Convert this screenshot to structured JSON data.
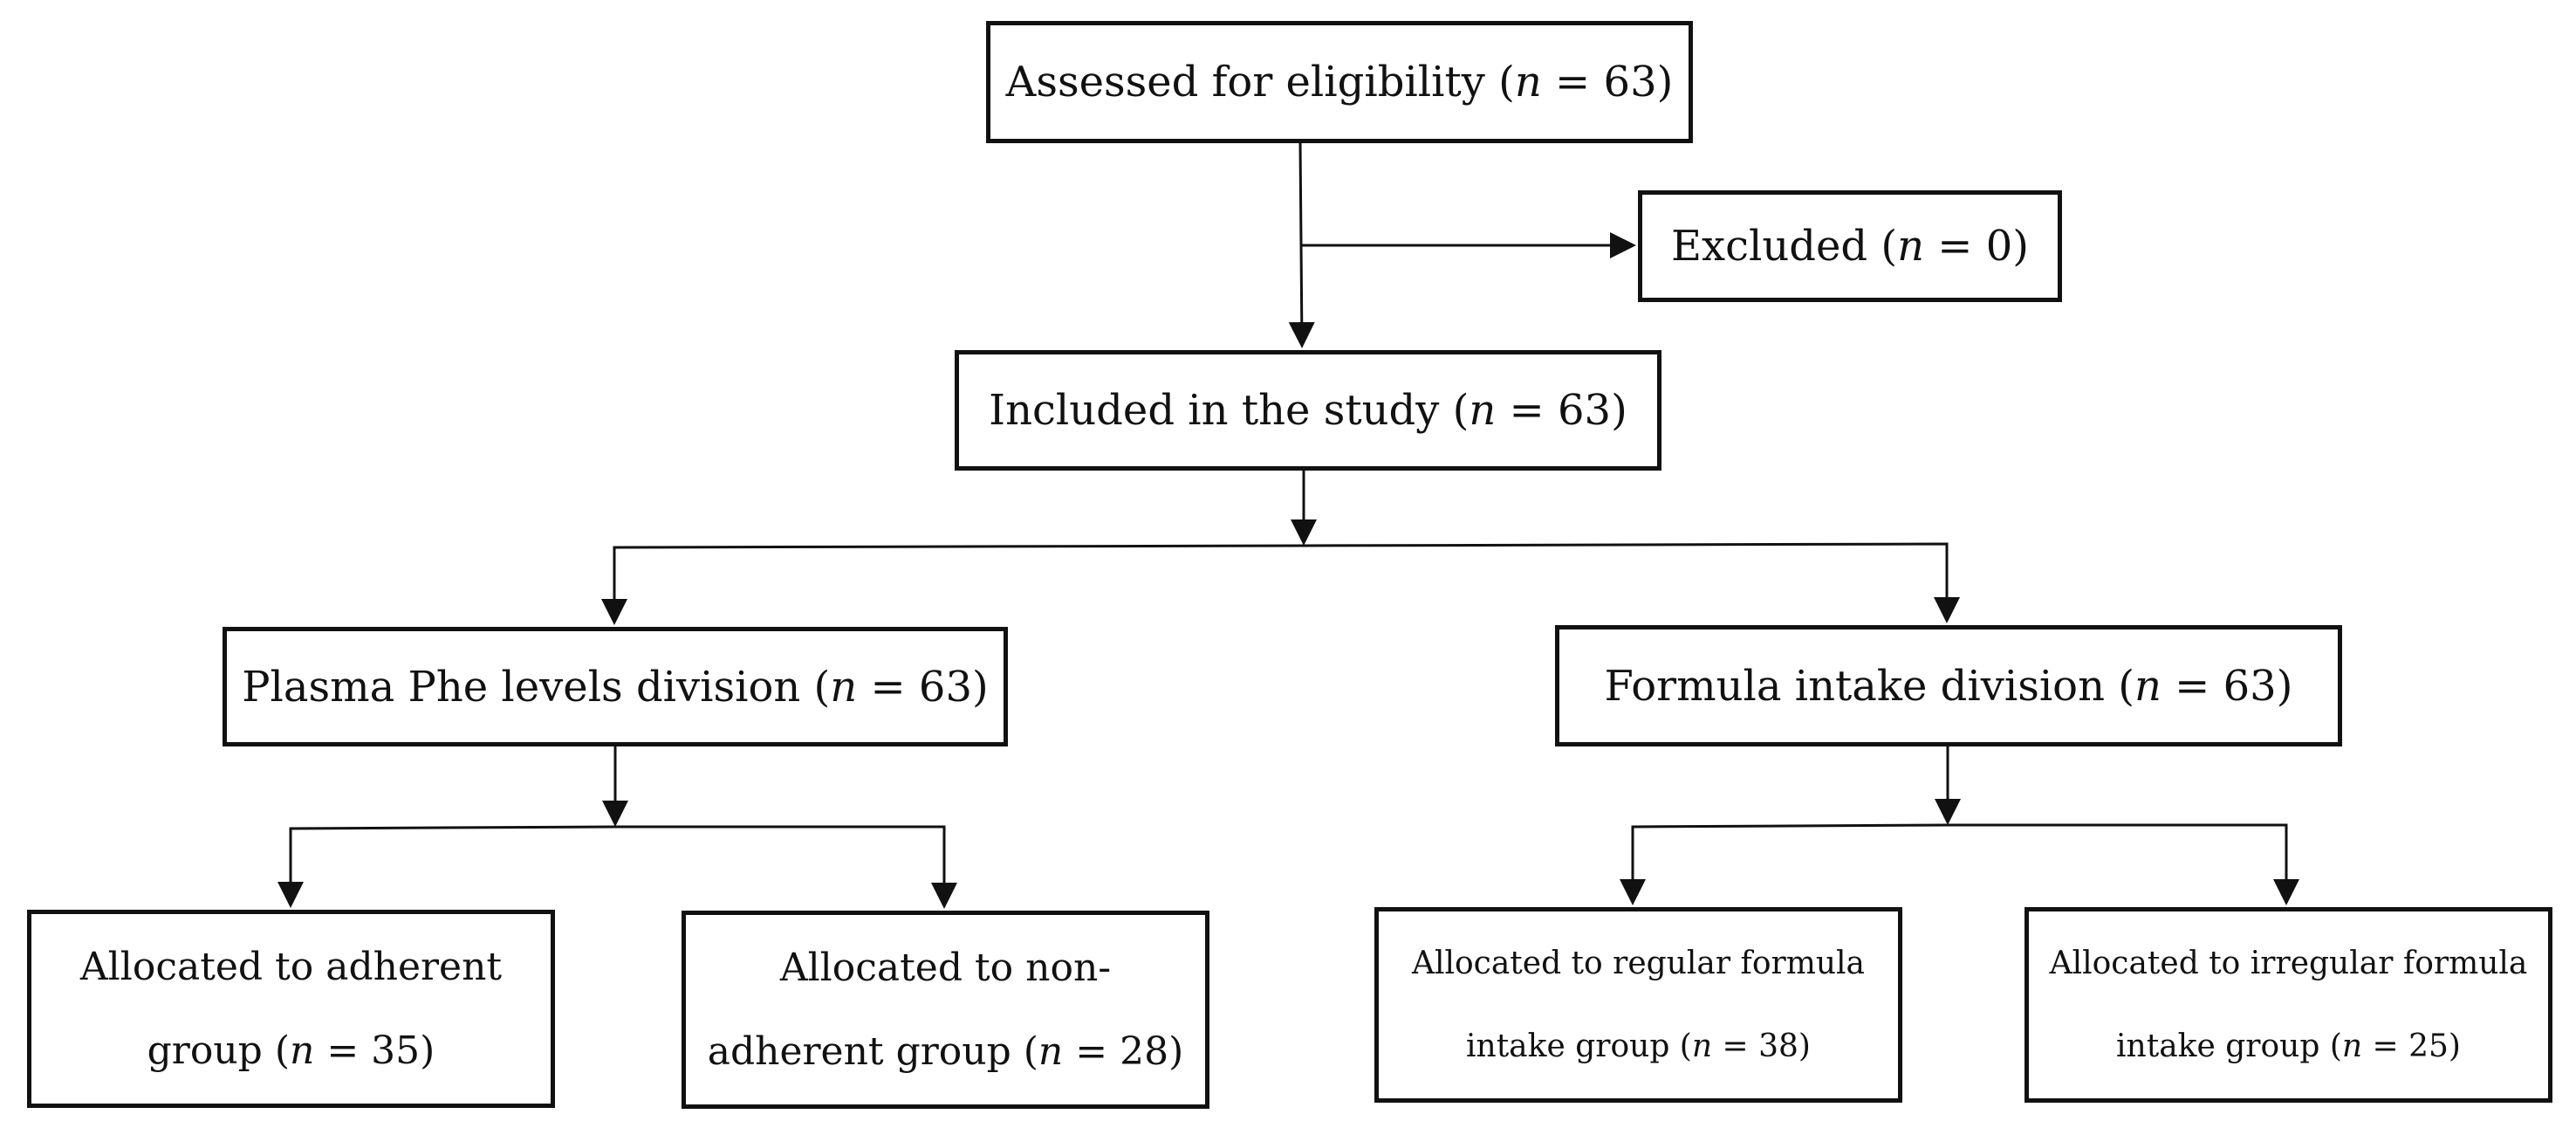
{
  "flowchart": {
    "assessed": {
      "text": "Assessed for eligibility (",
      "var": "n",
      "value": " = 63)"
    },
    "excluded": {
      "text": "Excluded (",
      "var": "n",
      "value": " = 0)"
    },
    "included": {
      "text": "Included in the study (",
      "var": "n",
      "value": " = 63)"
    },
    "plasma": {
      "text": "Plasma Phe levels division (",
      "var": "n",
      "value": " = 63)"
    },
    "formula": {
      "text": "Formula intake division (",
      "var": "n",
      "value": " = 63)"
    },
    "adherent": {
      "line1": "Allocated to adherent",
      "line2_pre": "group (",
      "var": "n",
      "line2_post": " = 35)"
    },
    "non_adherent": {
      "line1": "Allocated to non-",
      "line2_pre": "adherent group (",
      "var": "n",
      "line2_post": " = 28)"
    },
    "regular": {
      "line1": "Allocated to regular formula",
      "line2_pre": "intake group (",
      "var": "n",
      "line2_post": " = 38)"
    },
    "irregular": {
      "line1": "Allocated to irregular formula",
      "line2_pre": "intake group (",
      "var": "n",
      "line2_post": " = 25)"
    }
  },
  "colors": {
    "line": "#111111",
    "background": "#ffffff"
  }
}
